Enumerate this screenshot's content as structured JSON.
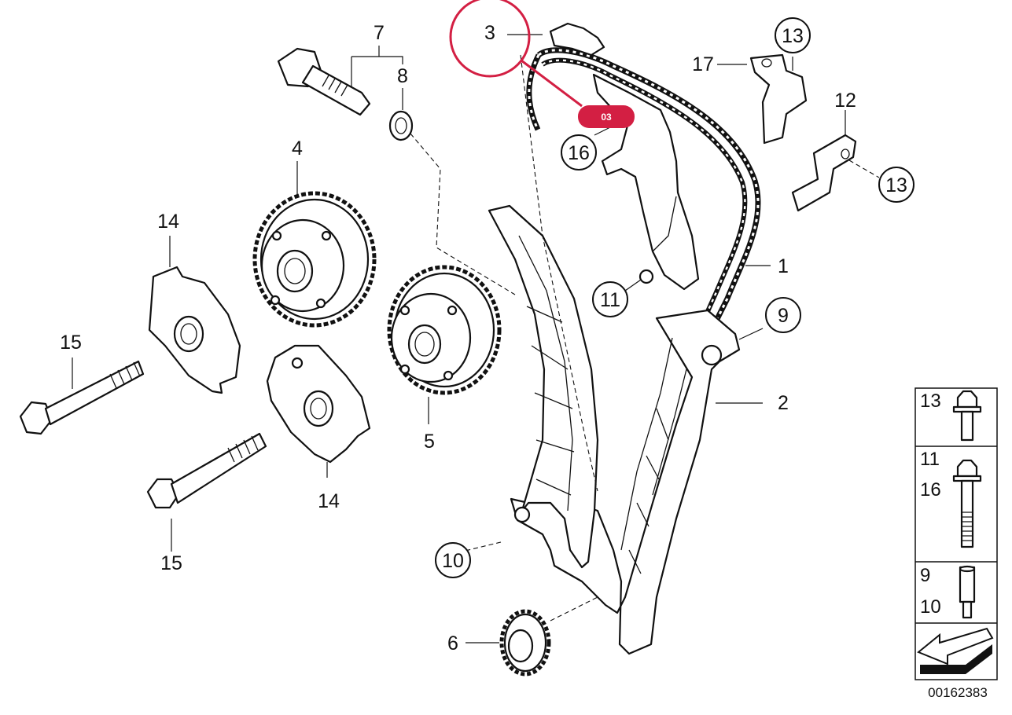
{
  "diagram": {
    "reference_number": "00162383",
    "highlight": {
      "position_label": "3",
      "tag_text": "03",
      "color": "#d31f43"
    },
    "callouts": {
      "p1": "1",
      "p2": "2",
      "p3": "3",
      "p4": "4",
      "p5": "5",
      "p6": "6",
      "p7": "7",
      "p8": "8",
      "p9": "9",
      "p10": "10",
      "p11": "11",
      "p12": "12",
      "p13a": "13",
      "p13b": "13",
      "p14a": "14",
      "p14b": "14",
      "p15a": "15",
      "p15b": "15",
      "p16": "16",
      "p17": "17"
    },
    "legend": [
      {
        "labels": [
          "13"
        ],
        "icon": "short-flange-bolt-icon"
      },
      {
        "labels": [
          "11",
          "16"
        ],
        "icon": "long-flange-bolt-icon"
      },
      {
        "labels": [
          "9",
          "10"
        ],
        "icon": "sleeve-bolt-icon"
      },
      {
        "labels": [],
        "icon": "direction-arrow-icon"
      }
    ]
  }
}
